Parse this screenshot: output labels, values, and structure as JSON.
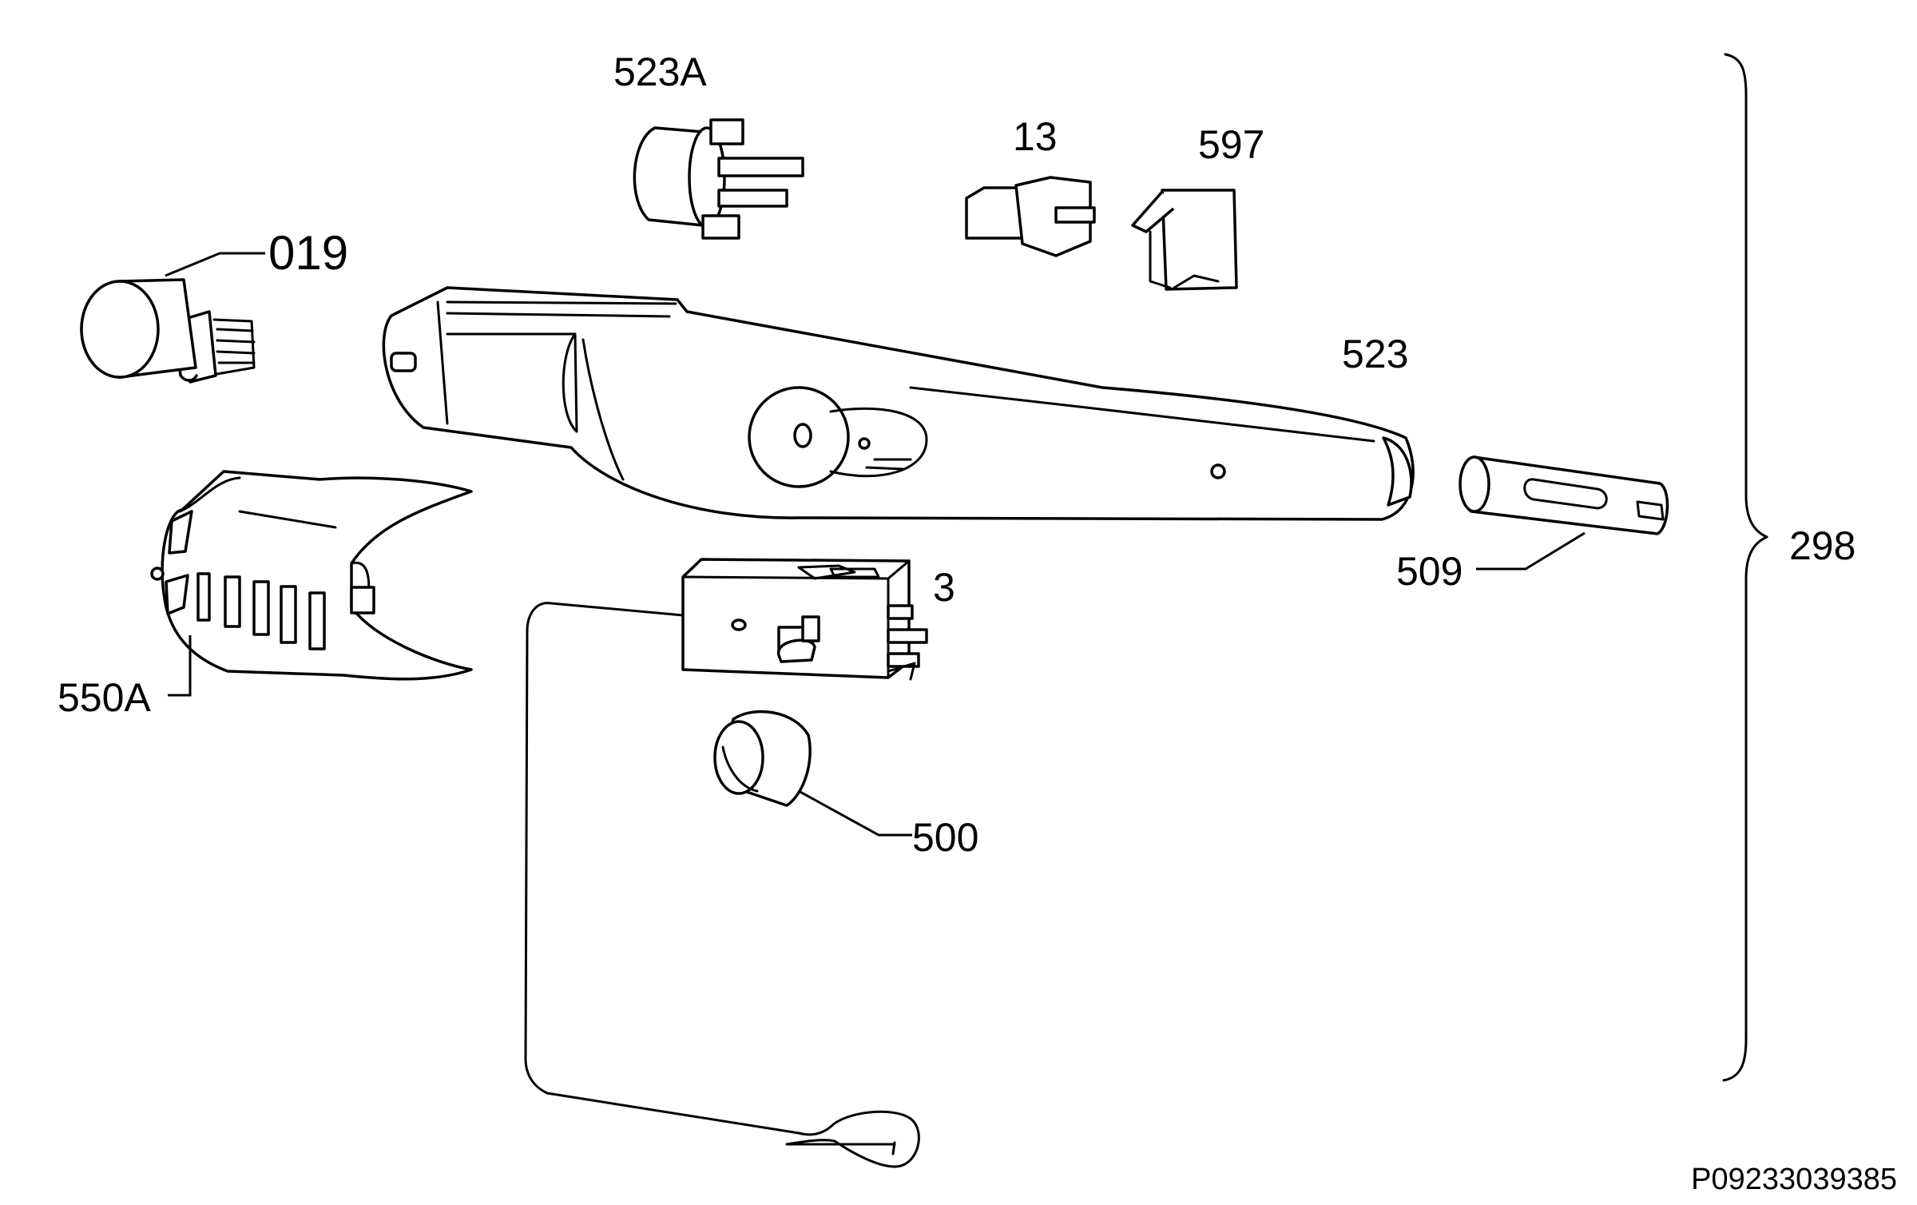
{
  "drawing_code": "P09233039385",
  "labels": {
    "part_523a": "523A",
    "part_13": "13",
    "part_597": "597",
    "part_019": "019",
    "part_523": "523",
    "part_509": "509",
    "part_298": "298",
    "part_3": "3",
    "part_550a": "550A",
    "part_500": "500"
  }
}
